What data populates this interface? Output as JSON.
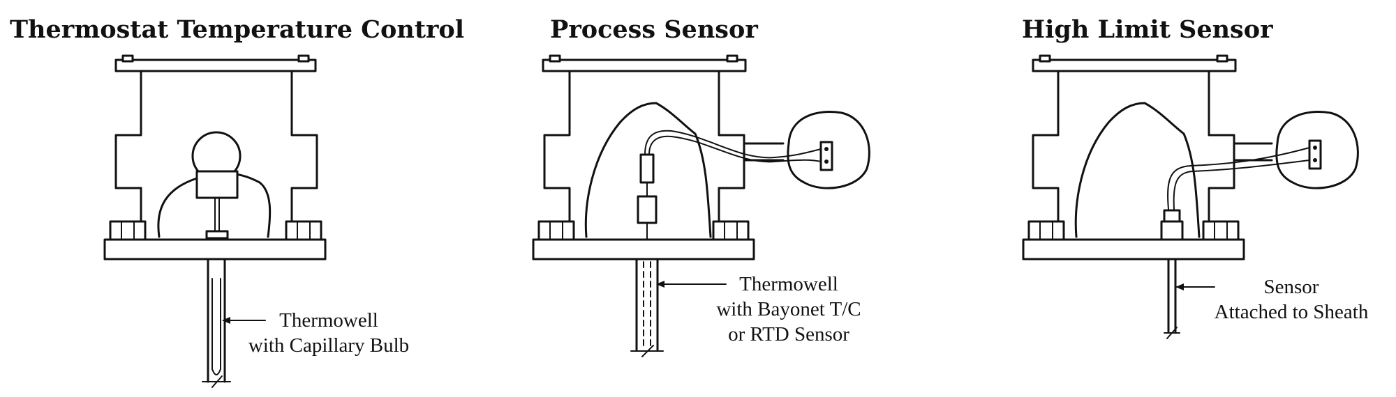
{
  "panels": [
    {
      "title": "Thermostat Temperature Control",
      "callout": [
        "Thermowell",
        "with Capillary Bulb"
      ]
    },
    {
      "title": "Process Sensor",
      "callout": [
        "Thermowell",
        "with Bayonet T/C",
        "or RTD Sensor"
      ]
    },
    {
      "title": "High Limit Sensor",
      "callout": [
        "Sensor",
        "Attached to Sheath"
      ]
    }
  ]
}
